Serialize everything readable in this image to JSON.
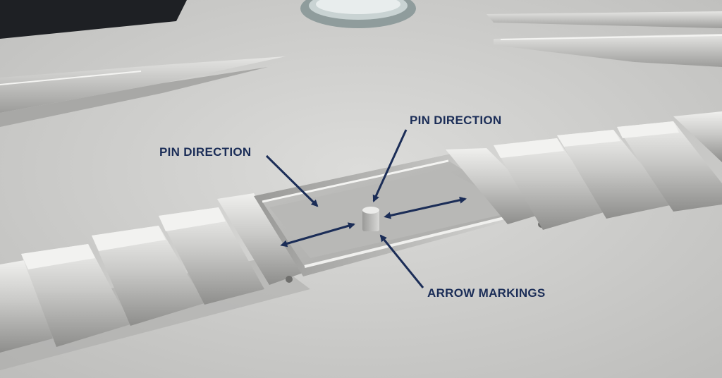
{
  "labels": {
    "pin_direction_left": "PIN DIRECTION",
    "pin_direction_top": "PIN DIRECTION",
    "arrow_markings": "ARROW MARKINGS"
  },
  "colors": {
    "background": "#cfcfcd",
    "annotation": "#1b2d57",
    "steel_light": "#e4e4e2",
    "steel_mid": "#b9b9b7",
    "steel_dark": "#8f8f8d"
  }
}
